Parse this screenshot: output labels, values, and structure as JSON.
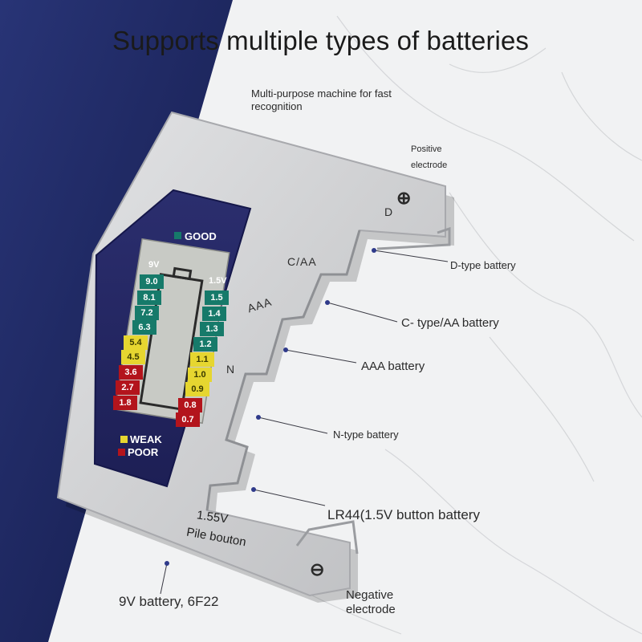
{
  "header": {
    "title": "Supports multiple types of batteries",
    "subtitle": "Multi-purpose machine for fast recognition"
  },
  "callouts": {
    "positive": "Positive electrode",
    "d_type": "D-type battery",
    "c_aa": "C- type/AA battery",
    "aaa": "AAA battery",
    "n_type": "N-type battery",
    "lr44": "LR44(1.5V button battery",
    "nine_volt": "9V battery, 6F22",
    "negative": "Negative electrode"
  },
  "device": {
    "slot_labels": {
      "d": "D",
      "c_aa": "C/AA",
      "aaa": "AAA",
      "n": "N"
    },
    "positive_symbol": "⊕",
    "negative_symbol": "⊖",
    "body_text_1": "1.55V",
    "body_text_2": "Pile bouton",
    "display": {
      "good_label": "GOOD",
      "weak_label": "WEAK",
      "poor_label": "POOR",
      "left_header": "9V",
      "right_header": "1.5V",
      "left_scale": [
        "9.0",
        "8.1",
        "7.2",
        "6.3",
        "5.4",
        "4.5",
        "3.6",
        "2.7",
        "1.8"
      ],
      "right_scale": [
        "1.5",
        "1.4",
        "1.3",
        "1.2",
        "1.1",
        "1.0",
        "0.9",
        "0.8",
        "0.7"
      ]
    }
  },
  "colors": {
    "navy": "#1f2a66",
    "good_green": "#167a6a",
    "weak_yellow": "#e6d630",
    "poor_red": "#b3141c",
    "device_silver": "#c9cacc",
    "marble": "#f1f2f3"
  }
}
